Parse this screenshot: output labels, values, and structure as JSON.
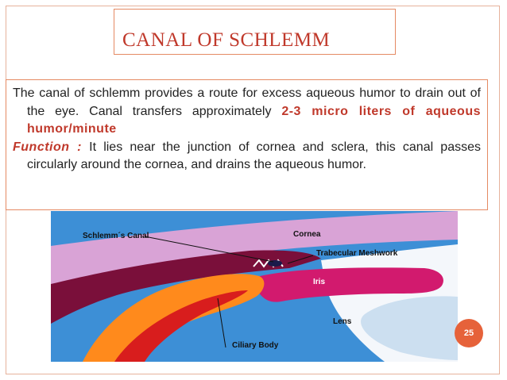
{
  "slide": {
    "title": "CANAL OF SCHLEMM",
    "paragraph1_lead": "The canal of schlemm provides a route for excess aqueous humor to drain out of the eye. Canal transfers approximately ",
    "paragraph1_highlight": "2-3 micro liters of aqueous humor/minute",
    "function_label": "Function :",
    "function_text": " It lies near the junction of cornea and sclera, this canal passes circularly around the cornea, and drains the aqueous humor.",
    "page_number": "25"
  },
  "diagram": {
    "labels": {
      "schlemms_canal": "Schlemm´s Canal",
      "cornea": "Cornea",
      "trabecular_meshwork": "Trabecular Meshwork",
      "iris": "Iris",
      "lens": "Lens",
      "ciliary_body": "Ciliary Body"
    },
    "colors": {
      "background": "#3d8fd6",
      "cornea": "#d9a3d6",
      "sclera": "#7a0f3a",
      "iris": "#d21a6e",
      "ciliary": "#ff8a1c",
      "ciliary_core": "#d81d1d",
      "lens": "#ccdff0",
      "anterior_chamber": "#f4f7fb"
    }
  },
  "colors": {
    "accent": "#c0392b",
    "border": "#e58a63",
    "badge": "#e6623a"
  }
}
